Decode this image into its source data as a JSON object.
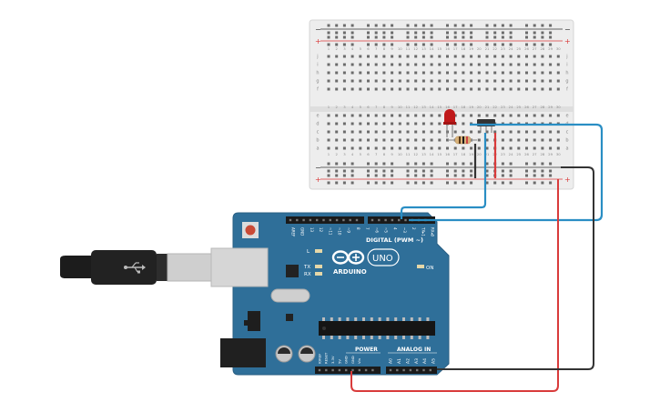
{
  "breadboard": {
    "rail_minus": "−",
    "rail_plus": "+",
    "column_numbers": [
      "1",
      "2",
      "3",
      "4",
      "5",
      "6",
      "7",
      "8",
      "9",
      "10",
      "11",
      "12",
      "13",
      "14",
      "15",
      "16",
      "17",
      "18",
      "19",
      "20",
      "21",
      "22",
      "23",
      "24",
      "25",
      "26",
      "27",
      "28",
      "29",
      "30"
    ],
    "top_row_letters": [
      "j",
      "i",
      "h",
      "g",
      "f"
    ],
    "bottom_row_letters": [
      "e",
      "d",
      "c",
      "b",
      "a"
    ]
  },
  "arduino": {
    "logo_text": "ARDUINO",
    "model": "UNO",
    "digital_label": "DIGITAL (PWM ~)",
    "power_label": "POWER",
    "analog_label": "ANALOG IN",
    "on_label": "ON",
    "led_labels": [
      "L",
      "TX",
      "RX"
    ],
    "top_header_labels": [
      "AREF",
      "GND",
      "13",
      "12",
      "~11",
      "~10",
      "~9",
      "8",
      "7",
      "~6",
      "~5",
      "4",
      "~3",
      "2",
      "TX▸1",
      "RX◂0"
    ],
    "power_pin_labels": [
      "IOREF",
      "RESET",
      "3.3V",
      "5V",
      "GND",
      "GND",
      "Vin"
    ],
    "analog_pin_labels": [
      "A0",
      "A1",
      "A2",
      "A3",
      "A4",
      "A5"
    ]
  },
  "colors": {
    "breadboard": "#ededed",
    "board": "#2f6f99",
    "wire_blue": "#2a8ec4",
    "wire_red": "#d93b3b",
    "wire_black": "#333333",
    "led": "#c0191a"
  },
  "icons": [
    "usb-icon",
    "arduino-infinity-logo-icon"
  ]
}
